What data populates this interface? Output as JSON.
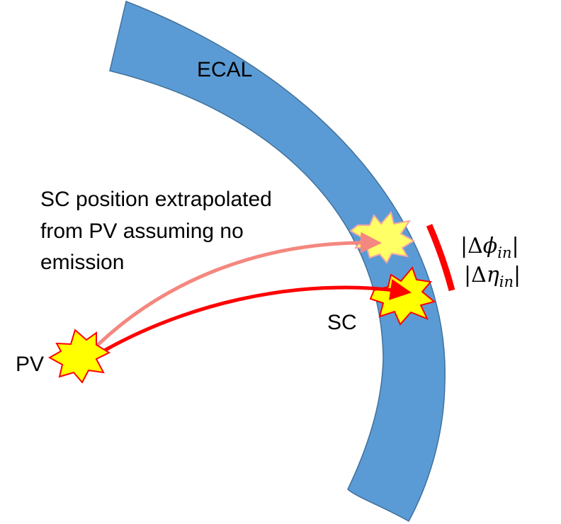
{
  "labels": {
    "ecal": "ECAL",
    "annotation_lines": [
      "SC position extrapolated",
      "from PV assuming no",
      "emission"
    ],
    "sc": "SC",
    "pv": "PV"
  },
  "math": {
    "dphi": {
      "bar": "|",
      "delta": "Δ",
      "symbol": "ϕ",
      "subscript": "in"
    },
    "deta": {
      "bar": "|",
      "delta": "Δ",
      "symbol": "η",
      "subscript": "in"
    }
  },
  "colors": {
    "ecal_fill": "#5b9bd5",
    "ecal_stroke": "#41719c",
    "star_fill": "#ffff00",
    "star_stroke": "#ff0000",
    "faint_star_fill": "#ffff66",
    "faint_star_stroke": "#f4a6a6",
    "track_extrapolated": "#f4877f",
    "track_actual": "#ff0000",
    "bracket": "#ff0000"
  }
}
